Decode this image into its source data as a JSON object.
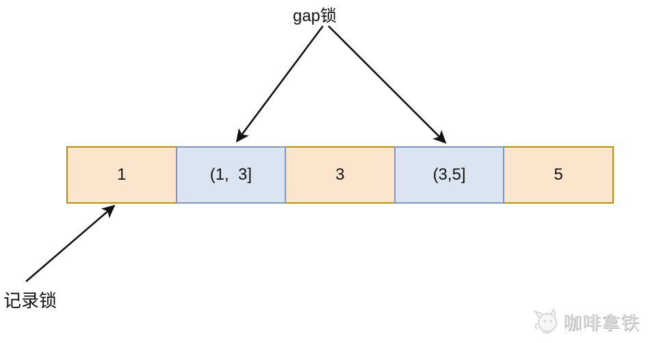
{
  "diagram": {
    "gap_lock_label": "gap锁",
    "record_lock_label": "记录锁",
    "cells": [
      {
        "value": "1",
        "type": "record"
      },
      {
        "value": "(1,  3]",
        "type": "gap"
      },
      {
        "value": "3",
        "type": "record"
      },
      {
        "value": "(3,5]",
        "type": "gap"
      },
      {
        "value": "5",
        "type": "record"
      }
    ],
    "colors": {
      "record_fill": "#fce5cd",
      "record_border": "#bf9000",
      "gap_fill": "#dbe5f2",
      "gap_border": "#8093bd",
      "arrow": "#111111",
      "label_text": "#111111"
    }
  },
  "watermark": {
    "label": "咖啡拿铁",
    "icon": "latte-logo-icon",
    "color": "#dedede"
  }
}
